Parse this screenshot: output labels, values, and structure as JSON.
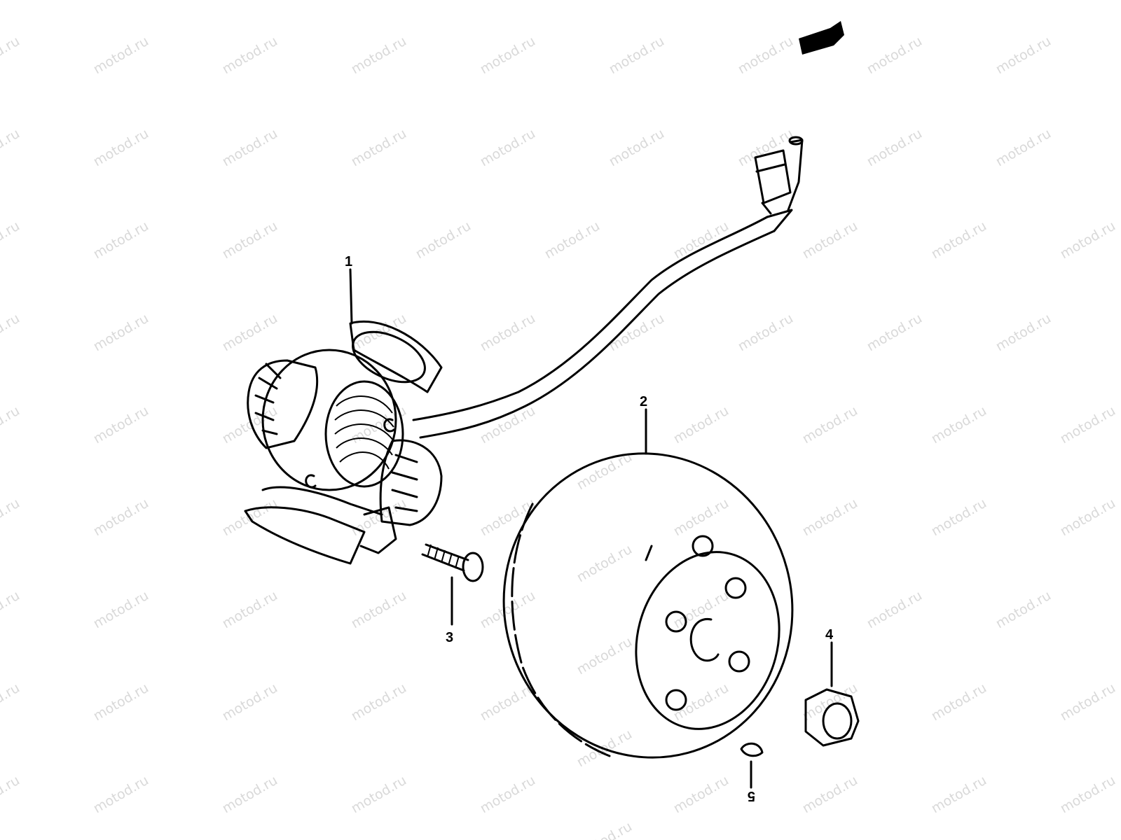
{
  "diagram": {
    "watermark": "motod.ru",
    "callouts": [
      {
        "id": "1",
        "part": "stator"
      },
      {
        "id": "2",
        "part": "flywheel-rotor"
      },
      {
        "id": "3",
        "part": "screw"
      },
      {
        "id": "4",
        "part": "nut"
      },
      {
        "id": "5",
        "part": "key"
      }
    ]
  }
}
